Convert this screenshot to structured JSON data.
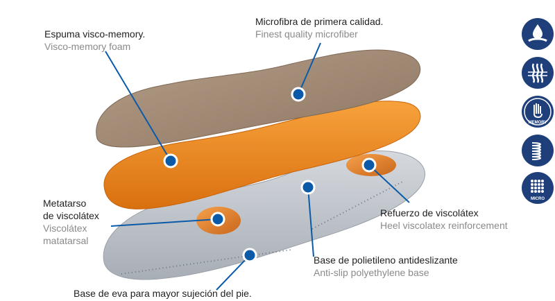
{
  "labels": {
    "visco_memory": {
      "es": "Espuma visco-memory.",
      "en": "Visco-memory foam"
    },
    "microfiber": {
      "es": "Microfibra de primera calidad.",
      "en": "Finest quality microfiber"
    },
    "metatarsal": {
      "es_line1": "Metatarso",
      "es_line2": "de viscolátex",
      "en_line1": "Viscolátex",
      "en_line2": "matatarsal"
    },
    "heel": {
      "es": "Refuerzo de viscolátex",
      "en": "Heel viscolatex reinforcement"
    },
    "base": {
      "es": "Base de polietileno antideslizante",
      "en": "Anti-slip polyethylene base"
    },
    "eva": {
      "es": "Base de eva para mayor sujeción del pie."
    }
  },
  "icons": [
    {
      "name": "water-drop-icon"
    },
    {
      "name": "breathable-icon"
    },
    {
      "name": "memory-hand-icon",
      "text": "MEMORY"
    },
    {
      "name": "spring-icon"
    },
    {
      "name": "micro-dots-icon",
      "text": "MICRO"
    }
  ],
  "colors": {
    "callout": "#0b5aa8",
    "icon_bg": "#1f3f7a",
    "foam": "#f08a1e",
    "suede": "#a8917b",
    "base": "#c7ccd3"
  }
}
